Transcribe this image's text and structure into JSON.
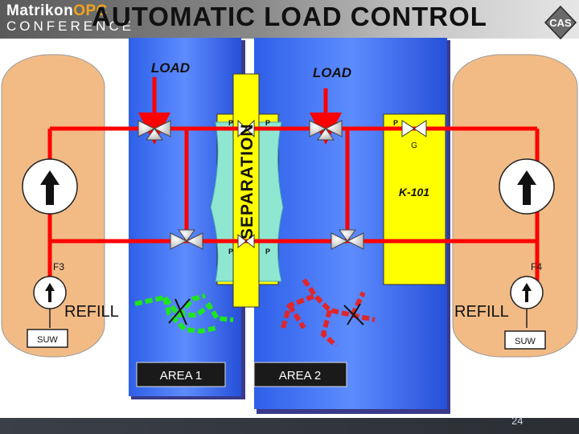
{
  "header": {
    "logo_brand": "Matrikon",
    "logo_brand_tail": "OPC",
    "logo_line2": "CONFERENCE",
    "title": "AUTOMATIC LOAD CONTROL",
    "corner_logo": "CAS"
  },
  "labels": {
    "load_left": "LOAD",
    "load_right": "LOAD",
    "separation": "SEPARATION",
    "k101": "K-101",
    "g_label": "G",
    "p": "P",
    "f3": "F3",
    "f4": "F4",
    "refill_left": "REFILL",
    "refill_right": "REFILL",
    "suw_left": "SUW",
    "suw_right": "SUW",
    "area1": "AREA 1",
    "area2": "AREA 2"
  },
  "footer": {
    "page_number": "24"
  },
  "colors": {
    "pipe": "#ff0000",
    "tank": "#f2bb86",
    "panel_blue": "#3a6cf0",
    "compressor": "#ffff00",
    "separation_band": "#8fe7d2",
    "area1_network": "#1ee51e",
    "area2_network": "#e0262a"
  }
}
